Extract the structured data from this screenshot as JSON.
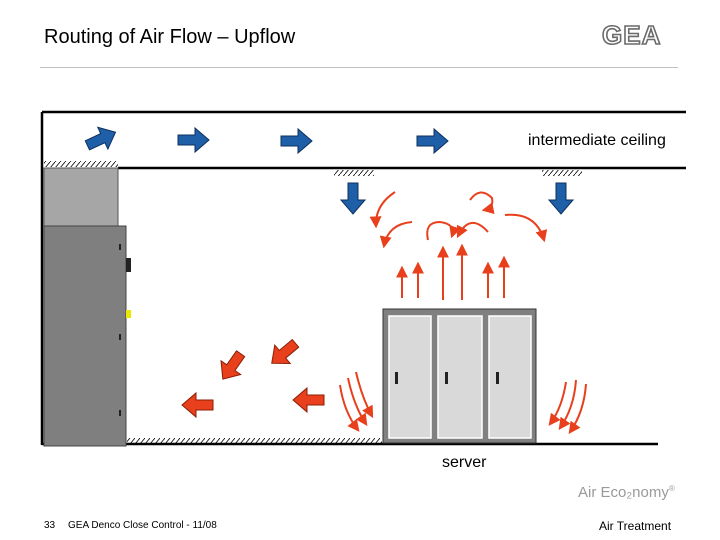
{
  "slide": {
    "title": "Routing of Air Flow – Upflow",
    "logo_text": "GEA",
    "labels": {
      "ceiling": "intermediate ceiling",
      "server": "server"
    },
    "brand": {
      "text": "Air Eco₂nomy",
      "mark": "®"
    },
    "footer": {
      "page_number": "33",
      "left_text": "GEA Denco Close Control - 11/08",
      "right_text": "Air Treatment"
    }
  },
  "colors": {
    "cool_air_arrow": "#1f5fa8",
    "warm_air_arrow": "#e8401c",
    "unit_body": "#7f7f7f",
    "unit_top": "#a6a6a6",
    "server_frame": "#808080",
    "brand_gray": "#9a9a9a"
  },
  "icons": {
    "logo": "gea-logo",
    "cool_arrow": "blue-arrow-icon",
    "warm_arrow": "red-arrow-icon",
    "warm_swirl": "red-curved-arrow-icon",
    "unit": "air-conditioning-unit",
    "server": "server-rack"
  }
}
